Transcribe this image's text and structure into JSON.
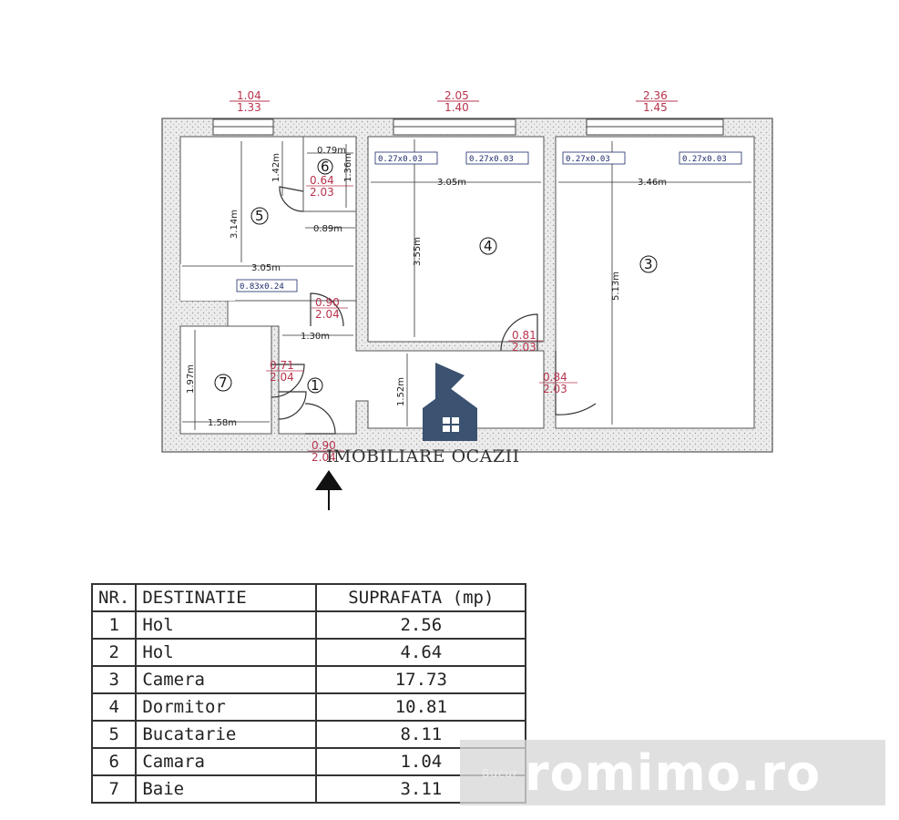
{
  "plan": {
    "rooms": [
      {
        "id": "1",
        "label": "1"
      },
      {
        "id": "3",
        "label": "3"
      },
      {
        "id": "4",
        "label": "4"
      },
      {
        "id": "5",
        "label": "5"
      },
      {
        "id": "6",
        "label": "6"
      },
      {
        "id": "7",
        "label": "7"
      }
    ],
    "window_openings": [
      {
        "top": "1.04",
        "bottom": "1.33"
      },
      {
        "top": "2.05",
        "bottom": "1.40"
      },
      {
        "top": "2.36",
        "bottom": "1.45"
      }
    ],
    "door_openings": [
      {
        "top": "0.64",
        "bottom": "2.03"
      },
      {
        "top": "0.90",
        "bottom": "2.04"
      },
      {
        "top": "0.81",
        "bottom": "2.03"
      },
      {
        "top": "0.71",
        "bottom": "2.04"
      },
      {
        "top": "0.84",
        "bottom": "2.03"
      },
      {
        "top": "0.90",
        "bottom": "2.04"
      }
    ],
    "dimensions": [
      "3.14m",
      "1.42m",
      "0.79m",
      "1.36m",
      "0.89m",
      "3.05m",
      "3.05m",
      "3.55m",
      "3.46m",
      "5.13m",
      "1.30m",
      "1.97m",
      "1.58m",
      "1.52m"
    ],
    "window_boxes": [
      "0.83x0.24",
      "0.27x0.03",
      "0.27x0.03",
      "0.27x0.03",
      "0.27x0.03"
    ],
    "entrance_icon": "entrance-arrow-icon"
  },
  "brand": "IMOBILIARE OCAZII",
  "schedule": {
    "headers": {
      "nr": "NR.",
      "destinatie": "DESTINATIE",
      "suprafata": "SUPRAFATA (mp)"
    },
    "rows": [
      {
        "nr": "1",
        "destinatie": "Hol",
        "suprafata": "2.56"
      },
      {
        "nr": "2",
        "destinatie": "Hol",
        "suprafata": "4.64"
      },
      {
        "nr": "3",
        "destinatie": "Camera",
        "suprafata": "17.73"
      },
      {
        "nr": "4",
        "destinatie": "Dormitor",
        "suprafata": "10.81"
      },
      {
        "nr": "5",
        "destinatie": "Bucatarie",
        "suprafata": "8.11"
      },
      {
        "nr": "6",
        "destinatie": "Camara",
        "suprafata": "1.04"
      },
      {
        "nr": "7",
        "destinatie": "Baie",
        "suprafata": "3.11"
      }
    ]
  },
  "watermark": {
    "text": "romimo.ro",
    "small": "Bucur"
  },
  "colors": {
    "annotation": "#b8344d",
    "wall_fill": "#e9e9e9",
    "window_box": "#1c2a6a",
    "logo": "#3b5270"
  }
}
